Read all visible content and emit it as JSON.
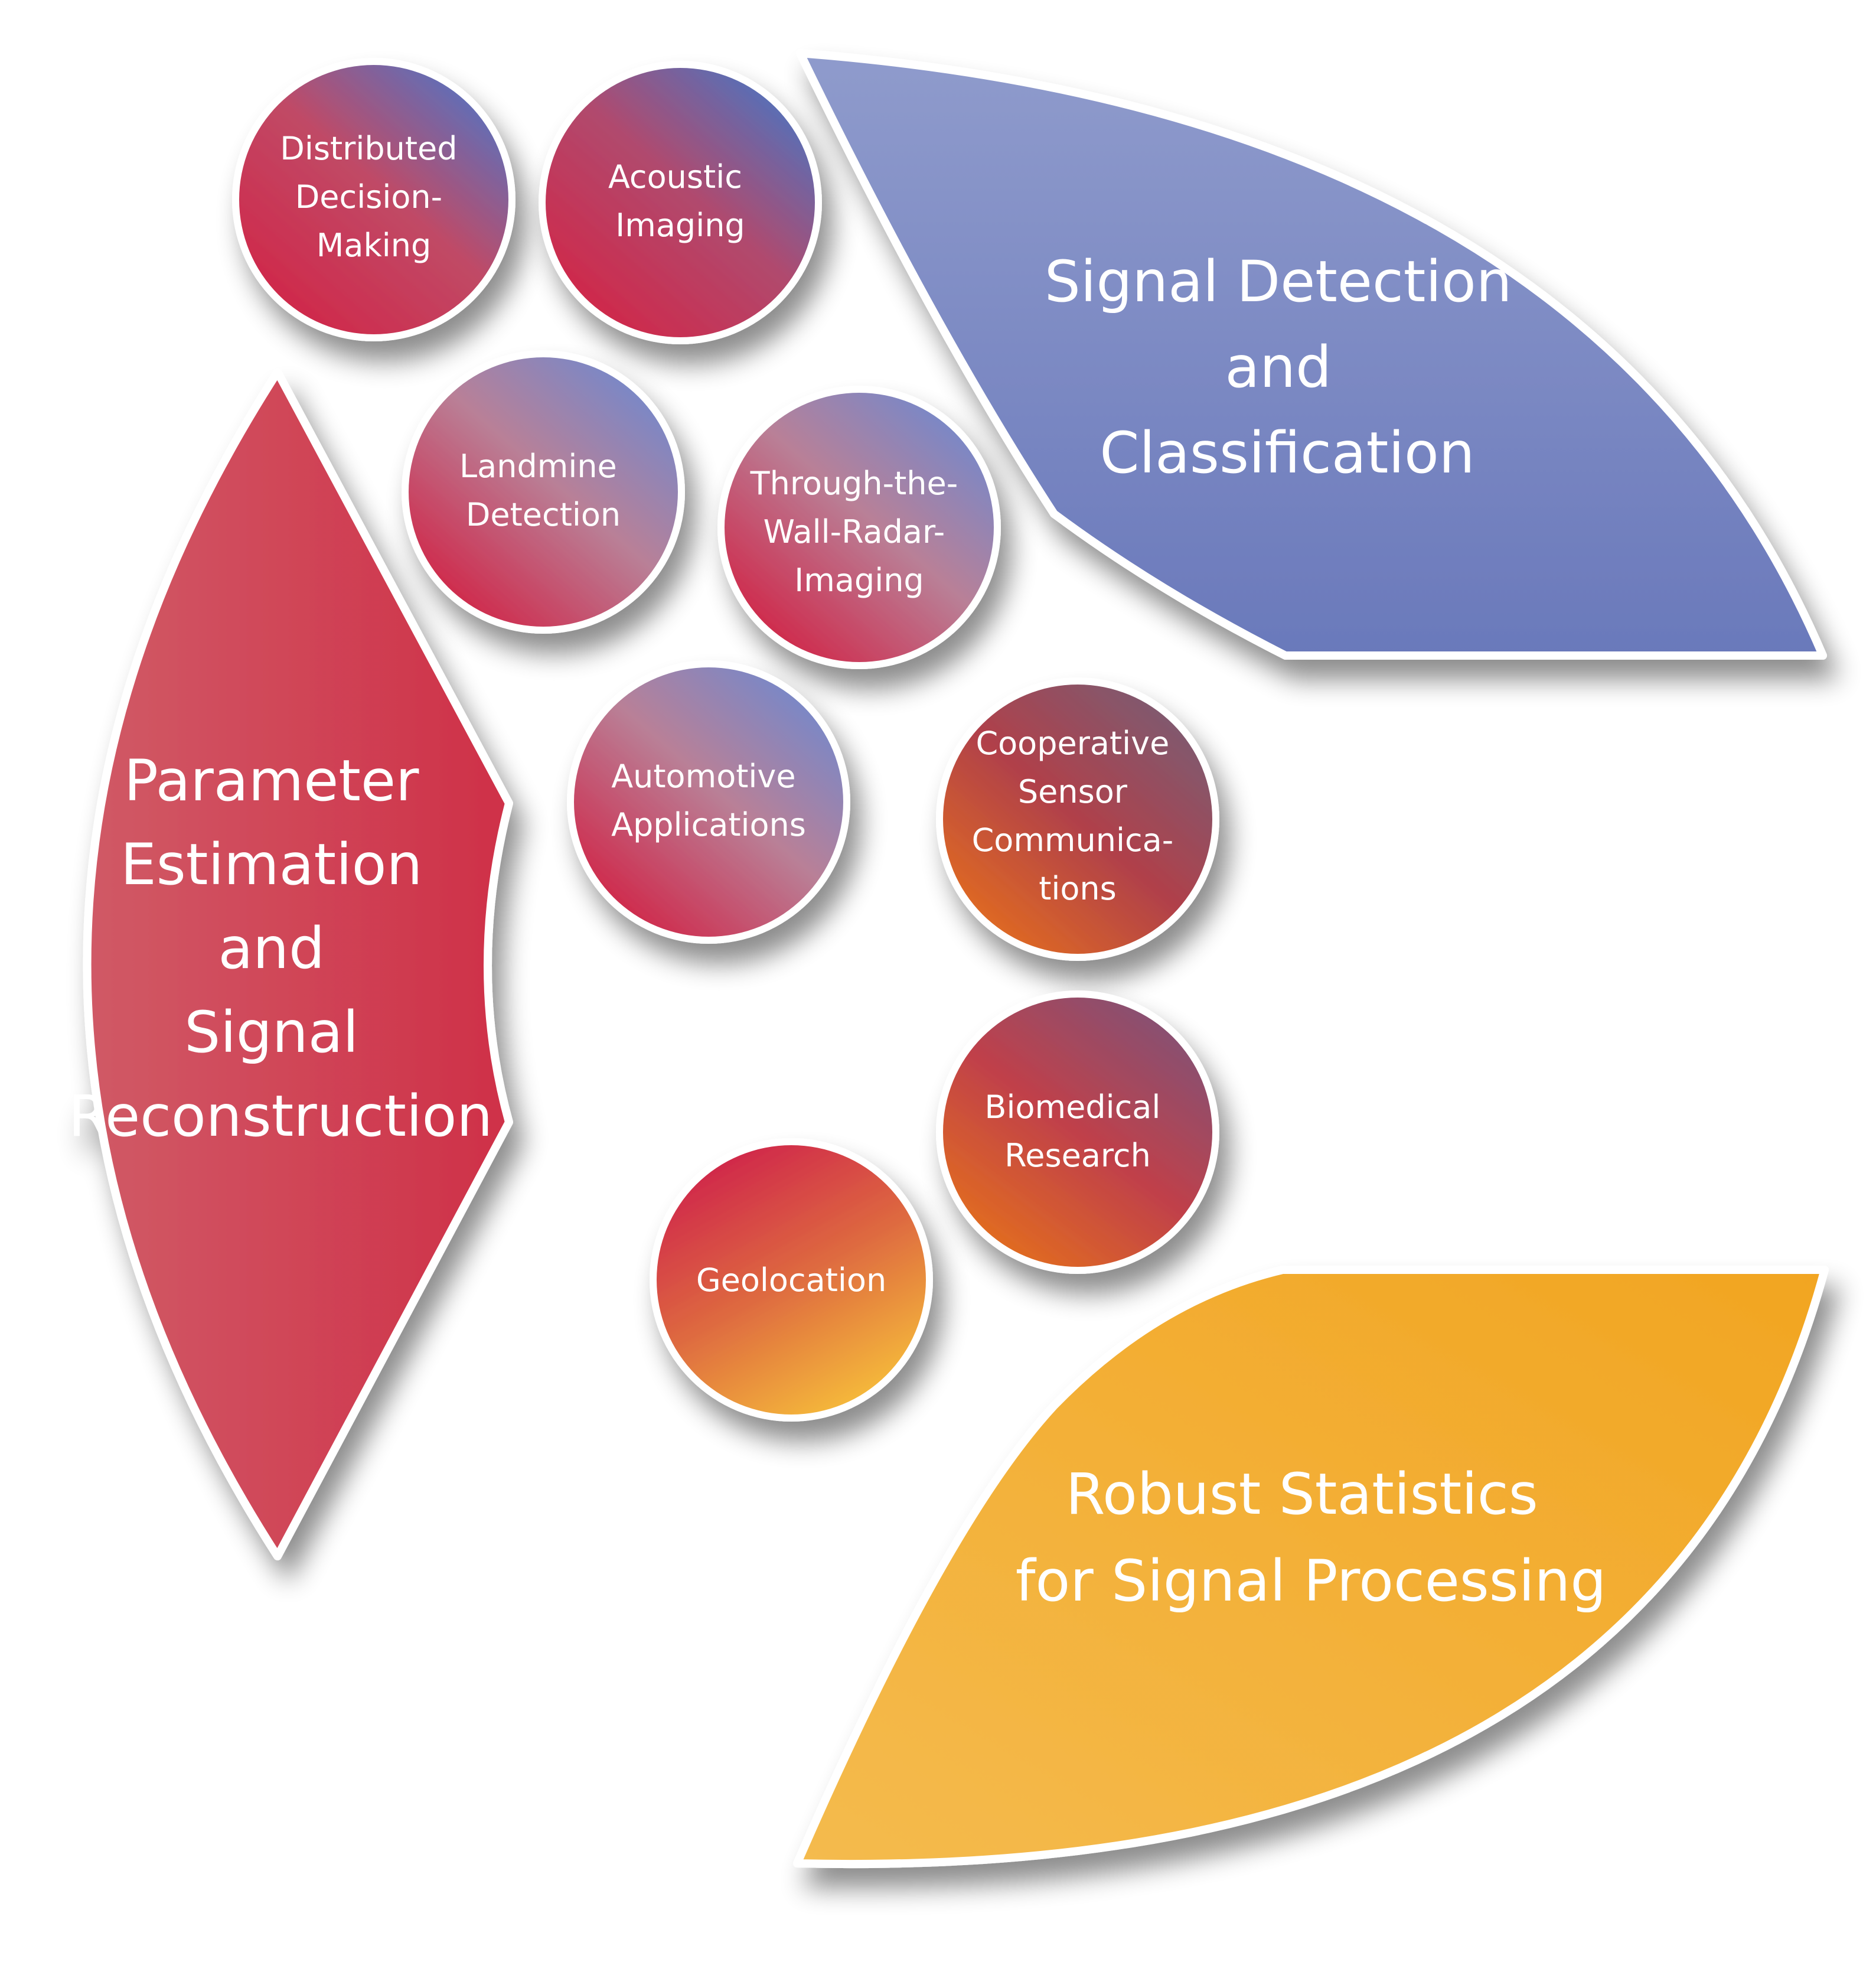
{
  "segments": [
    {
      "id": "signal-detection",
      "lines": [
        "Signal Detection",
        "and",
        "Classification"
      ],
      "colors": [
        "#8f9bcc",
        "#6a79bb"
      ]
    },
    {
      "id": "parameter-estimation",
      "lines": [
        "Parameter",
        "Estimation",
        "and",
        "Signal",
        "Reconstruction"
      ],
      "colors": [
        "#d05a66",
        "#cf3048"
      ]
    },
    {
      "id": "robust-statistics",
      "lines": [
        "Robust Statistics",
        "for Signal Processing"
      ],
      "colors": [
        "#f4bb4e",
        "#f2a521"
      ]
    }
  ],
  "bubbles": [
    {
      "id": "distributed-decision-making",
      "lines": [
        "Distributed",
        "Decision-",
        "Making"
      ],
      "colors": [
        "#d0284a",
        "#c04a66",
        "#5f6fb8"
      ]
    },
    {
      "id": "acoustic-imaging",
      "lines": [
        "Acoustic",
        "Imaging"
      ],
      "colors": [
        "#d0284a",
        "#b04a6e",
        "#5670b8"
      ]
    },
    {
      "id": "landmine-detection",
      "lines": [
        "Landmine",
        "Detection"
      ],
      "colors": [
        "#d0284a",
        "#b98097",
        "#7888c8"
      ]
    },
    {
      "id": "through-the-wall-radar-imaging",
      "lines": [
        "Through-the-",
        "Wall-Radar-",
        "Imaging"
      ],
      "colors": [
        "#d0284a",
        "#b98097",
        "#7888c8"
      ]
    },
    {
      "id": "automotive-applications",
      "lines": [
        "Automotive",
        "Applications"
      ],
      "colors": [
        "#d0284a",
        "#b98097",
        "#7888c8"
      ]
    },
    {
      "id": "cooperative-sensor-communications",
      "lines": [
        "Cooperative",
        "Sensor",
        "Communica-",
        "tions"
      ],
      "colors": [
        "#e06a22",
        "#b0404a",
        "#7f5a70"
      ]
    },
    {
      "id": "biomedical-research",
      "lines": [
        "Biomedical",
        "Research"
      ],
      "colors": [
        "#e06a22",
        "#c0404a",
        "#8a5070"
      ]
    },
    {
      "id": "geolocation",
      "lines": [
        "Geolocation"
      ],
      "colors": [
        "#f5b93a",
        "#de6a40",
        "#d0284a"
      ]
    }
  ]
}
